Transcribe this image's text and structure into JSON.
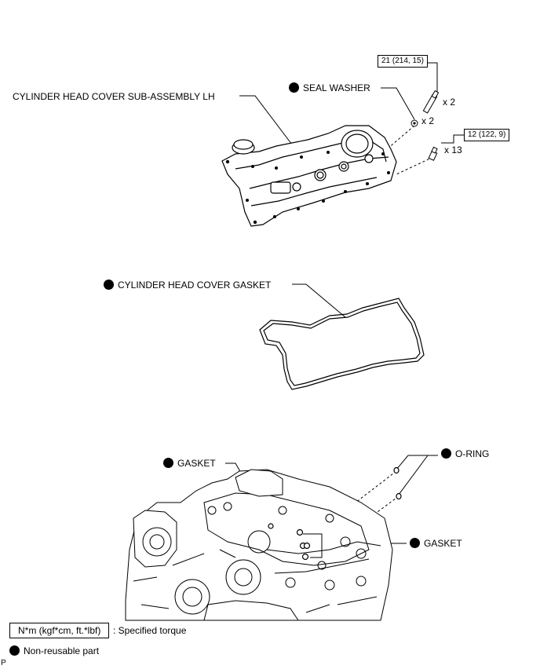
{
  "labels": {
    "cover": "CYLINDER HEAD COVER SUB-ASSEMBLY LH",
    "seal_washer": "SEAL WASHER",
    "cover_gasket": "CYLINDER HEAD COVER GASKET",
    "gasket_left": "GASKET",
    "gasket_right": "GASKET",
    "o_ring": "O-RING"
  },
  "torque": {
    "stud": "21 (214, 15)",
    "bolt": "12 (122, 9)"
  },
  "quantities": {
    "stud": "x 2",
    "washer": "x 2",
    "bolt": "x 13"
  },
  "legend": {
    "torque_unit": "N*m (kgf*cm, ft.*lbf)",
    "torque_desc": ": Specified torque",
    "nonreusable": "Non-reusable part"
  },
  "footer_code": "P"
}
